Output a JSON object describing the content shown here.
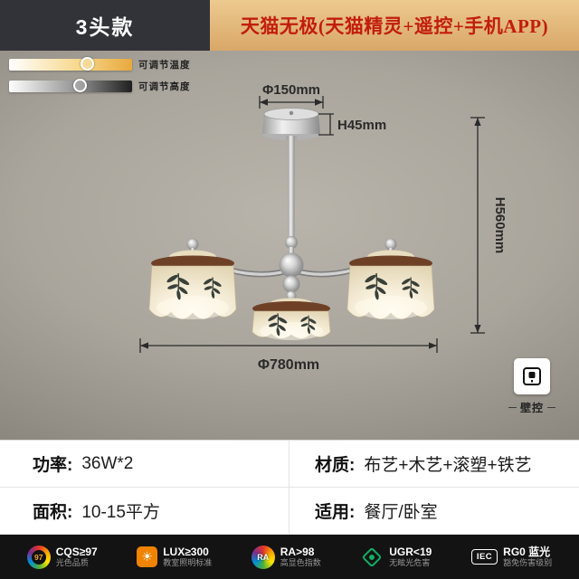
{
  "header": {
    "badge": "3头款",
    "title": "天猫无极(天猫精灵+遥控+手机APP)"
  },
  "features": [
    {
      "label": "可调节温度"
    },
    {
      "label": "可调节高度"
    }
  ],
  "dimensions": {
    "top_diameter": "Φ150mm",
    "mount_height": "H45mm",
    "drop_height": "H560mm",
    "width": "Φ780mm"
  },
  "wall_control": {
    "label": "壁控"
  },
  "specs": {
    "cells": [
      {
        "label": "功率:",
        "value": "36W*2"
      },
      {
        "label": "材质:",
        "value": "布艺+木艺+滚塑+铁艺"
      },
      {
        "label": "面积:",
        "value": "10-15平方"
      },
      {
        "label": "适用:",
        "value": "餐厅/卧室"
      }
    ]
  },
  "certifications": [
    {
      "badge": "97",
      "line1": "CQS≥97",
      "line2": "光色品质"
    },
    {
      "glyph": "☀",
      "line1": "LUX≥300",
      "line2": "教室照明标准"
    },
    {
      "badge": "RA",
      "line1": "RA>98",
      "line2": "高显色指数"
    },
    {
      "line1": "UGR<19",
      "line2": "无眩光危害"
    },
    {
      "badge": "IEC",
      "line1": "RG0 蓝光",
      "line2": "豁免伤害级别"
    }
  ],
  "colors": {
    "header_badge_bg": "#323338",
    "header_bg": "#e3b87c",
    "header_text": "#c21d0e",
    "stage_bg": "#a9a49b",
    "shade_cream": "#f3ead3",
    "band_brown": "#6e4127",
    "cert_bar_bg": "#131313",
    "ugr_green": "#0fae62",
    "lux_orange": "#f08300"
  }
}
